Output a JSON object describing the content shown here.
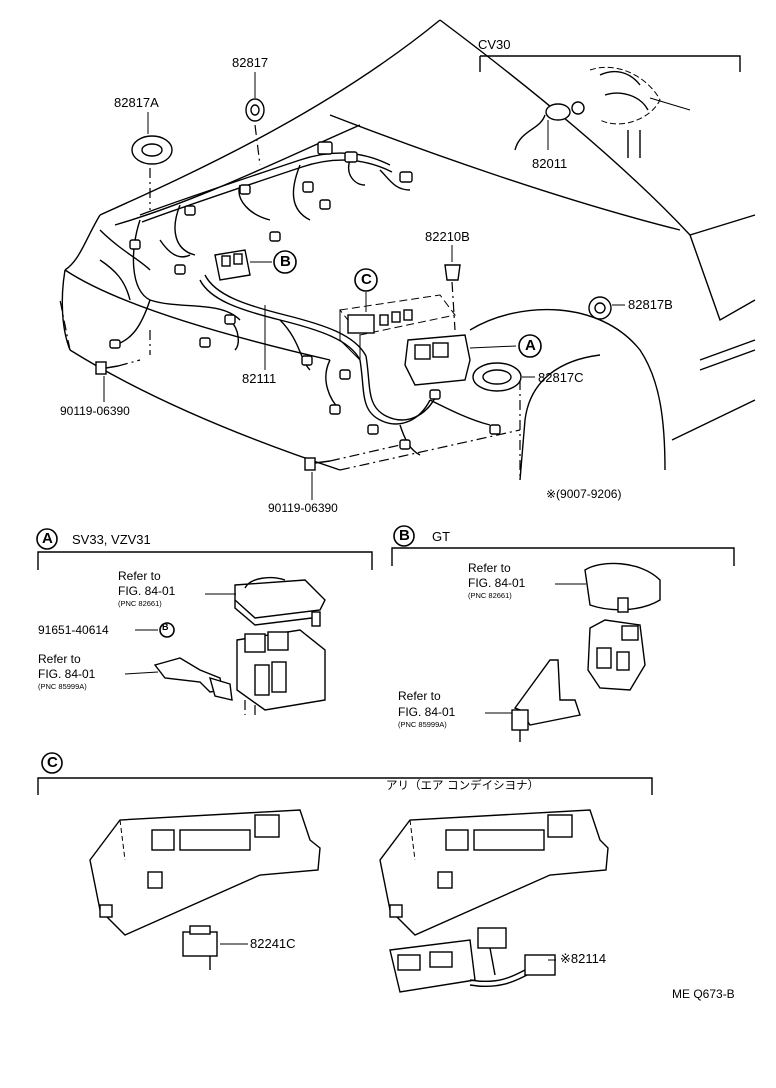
{
  "main_view": {
    "labels": {
      "cv30": "CV30",
      "p82817": "82817",
      "p82817A": "82817A",
      "p82011": "82011",
      "p82210B": "82210B",
      "p82817B": "82817B",
      "p82817C": "82817C",
      "p82111": "82111",
      "bolt_left": "90119-06390",
      "bolt_bottom": "90119-06390",
      "date_note": "※(9007-9206)"
    },
    "callouts": {
      "a": "A",
      "b": "B",
      "c": "C"
    }
  },
  "section_a": {
    "marker": "A",
    "title": "SV33, VZV31",
    "refer_cover": "Refer to",
    "fig_cover": "FIG. 84-01",
    "pnc_cover": "(PNC 82661)",
    "part_bolt": "91651-40614",
    "bolt_marker": "B",
    "refer_bracket": "Refer to",
    "fig_bracket": "FIG. 84-01",
    "pnc_bracket": "(PNC 85999A)"
  },
  "section_b": {
    "marker": "B",
    "title": "GT",
    "refer_cover": "Refer to",
    "fig_cover": "FIG. 84-01",
    "pnc_cover": "(PNC 82661)",
    "refer_bracket": "Refer to",
    "fig_bracket": "FIG. 84-01",
    "pnc_bracket": "(PNC 85999A)"
  },
  "section_c": {
    "marker": "C",
    "subtitle": "アリ（エア コンデイシヨナ）",
    "part_relay": "82241C",
    "part_harness": "※82114"
  },
  "footer": {
    "code": "ME Q673-B"
  }
}
